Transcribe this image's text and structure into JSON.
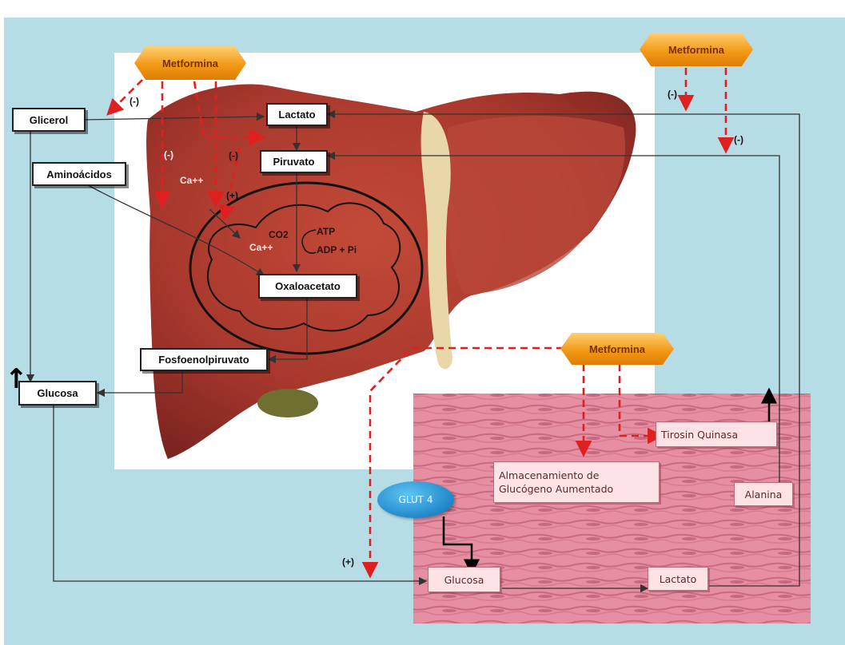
{
  "metformina": [
    "Metformina",
    "Metformina",
    "Metformina"
  ],
  "liver": {
    "glicerol": "Glicerol",
    "lactato": "Lactato",
    "piruvato": "Piruvato",
    "aminoacidos": "Aminoácidos",
    "oxaloacetato": "Oxaloacetato",
    "fosfoenolpiruvato": "Fosfoenolpiruvato",
    "glucosa": "Glucosa"
  },
  "mitochondria": {
    "co2": "CO2",
    "atp": "ATP",
    "adp_pi": "ADP + Pi",
    "ca_inner": "Ca++",
    "ca_outer": "Ca++"
  },
  "signs": {
    "minus_glicerol": "(-)",
    "minus_liver_left": "(-)",
    "minus_liver_mid": "(-)",
    "plus_ca": "(+)",
    "minus_right_top": "(-)",
    "minus_right_mid": "(-)",
    "plus_glucose": "(+)"
  },
  "muscle": {
    "tirosin": "Tirosin Quinasa",
    "almacenamiento": "Almacenamiento de Glucógeno Aumentado",
    "alanina": "Alanina",
    "glucosa": "Glucosa",
    "lactato": "Lactato",
    "glut4": "GLUT 4"
  },
  "colors": {
    "background_blue": "#b6dde5",
    "liver": "#a8382d",
    "muscle": "#e68ea2",
    "inhibition_arrow": "#e02020"
  }
}
